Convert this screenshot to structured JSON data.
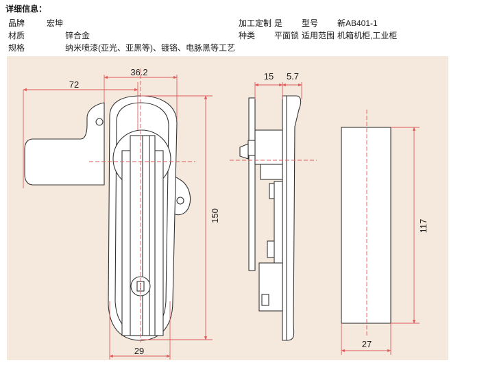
{
  "header": {
    "title": "详细信息："
  },
  "specs": {
    "brand_label": "品牌",
    "brand_value": "宏坤",
    "custom_label": "加工定制",
    "custom_value": "是",
    "model_label": "型号",
    "model_value": "新AB401-1",
    "material_label": "材质",
    "material_value": "锌合金",
    "type_label": "种类",
    "type_value": "平面锁",
    "scope_label": "适用范围",
    "scope_value": "机箱机柜,工业柜",
    "spec_label": "规格",
    "spec_value": "纳米喷漆(亚光、亚黑等)、镀铬、电脉黑等工艺"
  },
  "drawing": {
    "dims": {
      "width_72": "72",
      "width_36_2": "36.2",
      "height_150": "150",
      "bottom_29": "29",
      "side_15": "15",
      "side_5_7": "5.7",
      "box_height_117": "117",
      "box_width_27": "27"
    },
    "colors": {
      "panel_bg": "#f5e8dd",
      "line": "#333333",
      "dim_line": "#e05a5a",
      "fill": "#ffffff"
    }
  }
}
